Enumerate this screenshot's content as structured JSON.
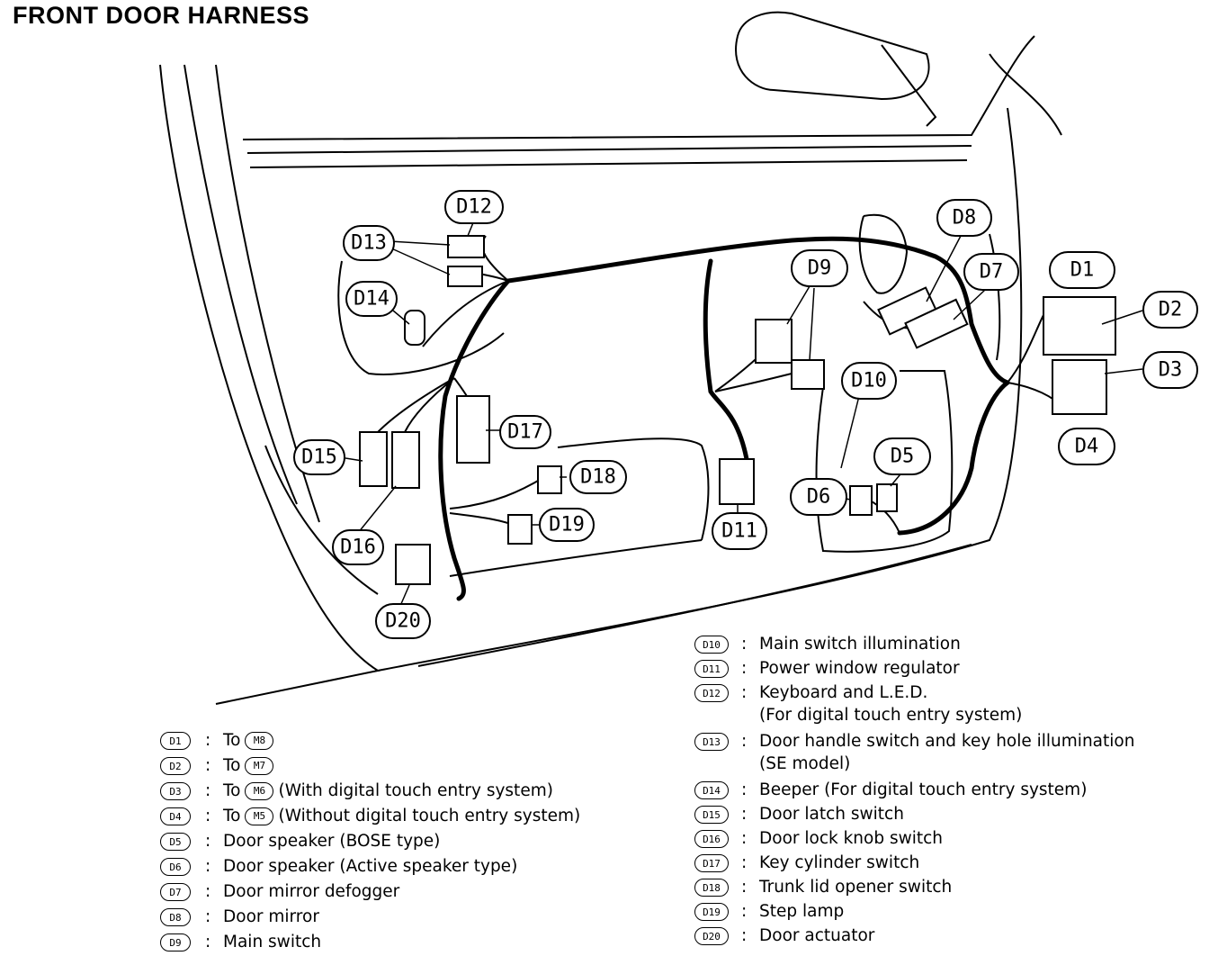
{
  "title": "FRONT DOOR HARNESS",
  "callouts": [
    {
      "id": "D1",
      "label": "D1"
    },
    {
      "id": "D2",
      "label": "D2"
    },
    {
      "id": "D3",
      "label": "D3"
    },
    {
      "id": "D4",
      "label": "D4"
    },
    {
      "id": "D5",
      "label": "D5"
    },
    {
      "id": "D6",
      "label": "D6"
    },
    {
      "id": "D7",
      "label": "D7"
    },
    {
      "id": "D8",
      "label": "D8"
    },
    {
      "id": "D9",
      "label": "D9"
    },
    {
      "id": "D10",
      "label": "D10"
    },
    {
      "id": "D11",
      "label": "D11"
    },
    {
      "id": "D12",
      "label": "D12"
    },
    {
      "id": "D13",
      "label": "D13"
    },
    {
      "id": "D14",
      "label": "D14"
    },
    {
      "id": "D15",
      "label": "D15"
    },
    {
      "id": "D16",
      "label": "D16"
    },
    {
      "id": "D17",
      "label": "D17"
    },
    {
      "id": "D18",
      "label": "D18"
    },
    {
      "id": "D19",
      "label": "D19"
    },
    {
      "id": "D20",
      "label": "D20"
    }
  ],
  "legend_left": [
    {
      "code": "D1",
      "prefix": "To",
      "ref": "M8",
      "suffix": ""
    },
    {
      "code": "D2",
      "prefix": "To",
      "ref": "M7",
      "suffix": ""
    },
    {
      "code": "D3",
      "prefix": "To",
      "ref": "M6",
      "suffix": "(With digital touch entry system)"
    },
    {
      "code": "D4",
      "prefix": "To",
      "ref": "M5",
      "suffix": "(Without digital touch entry system)"
    },
    {
      "code": "D5",
      "prefix": "Door speaker (BOSE type)",
      "ref": "",
      "suffix": ""
    },
    {
      "code": "D6",
      "prefix": "Door speaker (Active speaker type)",
      "ref": "",
      "suffix": ""
    },
    {
      "code": "D7",
      "prefix": "Door mirror defogger",
      "ref": "",
      "suffix": ""
    },
    {
      "code": "D8",
      "prefix": "Door mirror",
      "ref": "",
      "suffix": ""
    },
    {
      "code": "D9",
      "prefix": "Main switch",
      "ref": "",
      "suffix": ""
    }
  ],
  "legend_right": [
    {
      "code": "D10",
      "text": "Main switch illumination",
      "cont": ""
    },
    {
      "code": "D11",
      "text": "Power window regulator",
      "cont": ""
    },
    {
      "code": "D12",
      "text": "Keyboard and L.E.D.",
      "cont": "(For digital touch entry system)"
    },
    {
      "code": "D13",
      "text": "Door handle switch and key hole illumination",
      "cont": "(SE model)"
    },
    {
      "code": "D14",
      "text": "Beeper (For digital touch entry system)",
      "cont": ""
    },
    {
      "code": "D15",
      "text": "Door latch switch",
      "cont": ""
    },
    {
      "code": "D16",
      "text": "Door lock knob switch",
      "cont": ""
    },
    {
      "code": "D17",
      "text": "Key cylinder switch",
      "cont": ""
    },
    {
      "code": "D18",
      "text": "Trunk lid opener switch",
      "cont": ""
    },
    {
      "code": "D19",
      "text": "Step lamp",
      "cont": ""
    },
    {
      "code": "D20",
      "text": "Door actuator",
      "cont": ""
    }
  ],
  "colon": ":"
}
